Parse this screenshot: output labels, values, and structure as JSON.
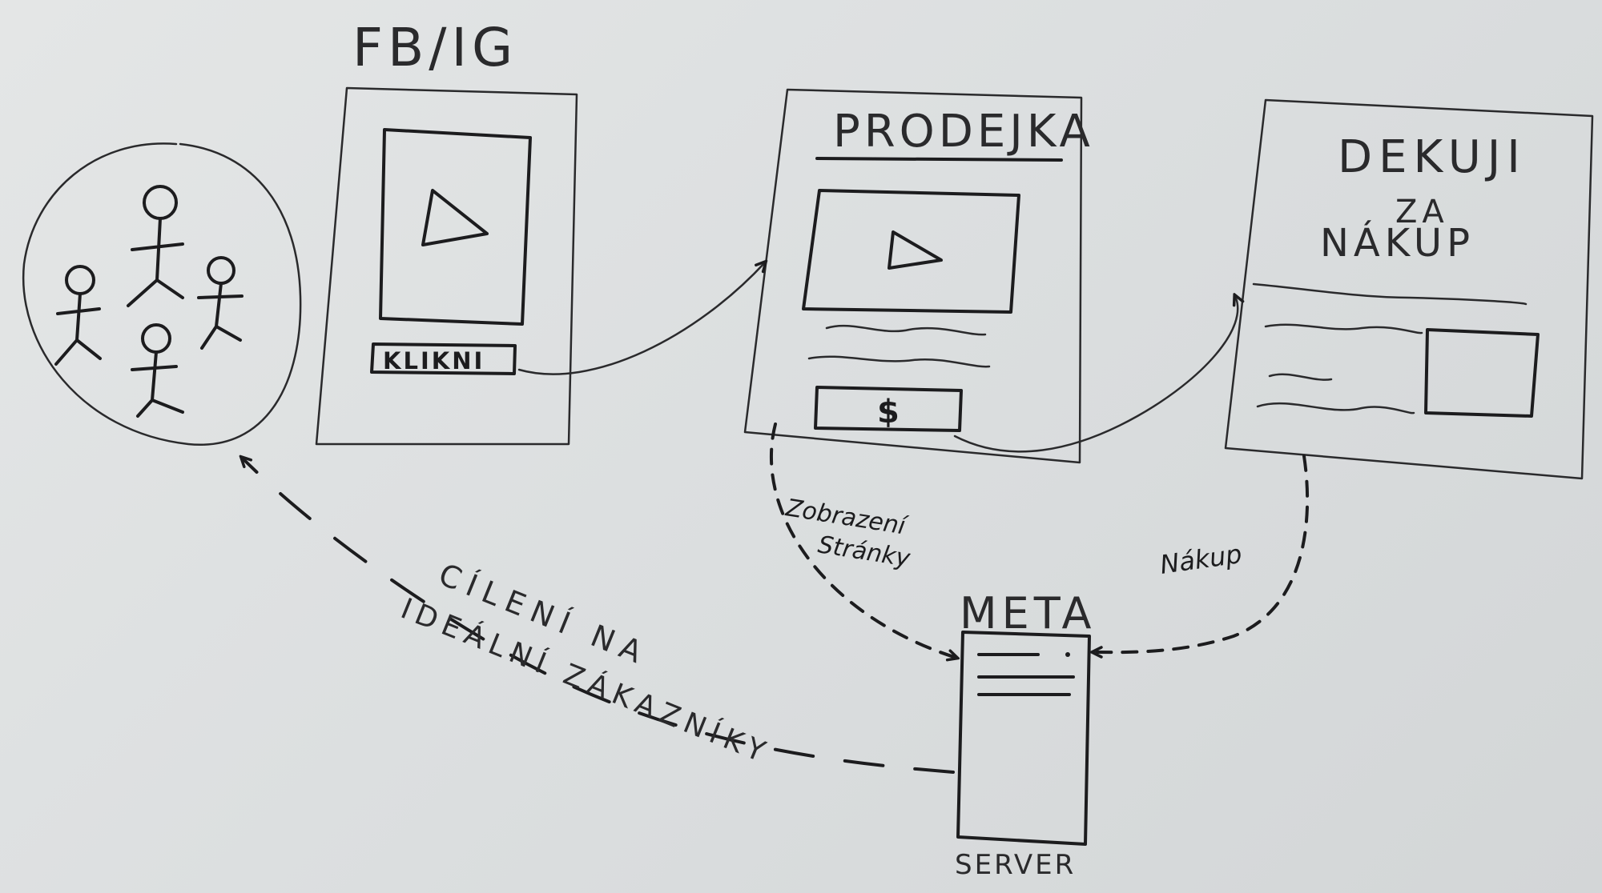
{
  "labels": {
    "platform": "FB/IG",
    "click_button": "KLIKNI",
    "sales_page": "PRODEJKA",
    "price_button": "$",
    "thanks_line1": "DEKUJI",
    "thanks_line2": "ZA",
    "thanks_line3": "NÁKUP",
    "page_view_line1": "Zobrazení",
    "page_view_line2": "Stránky",
    "purchase": "Nákup",
    "meta": "META",
    "server": "SERVER",
    "targeting_line1": "CÍLENÍ NA",
    "targeting_line2": "IDEÁLNÍ ZÁKAZNÍKY"
  }
}
